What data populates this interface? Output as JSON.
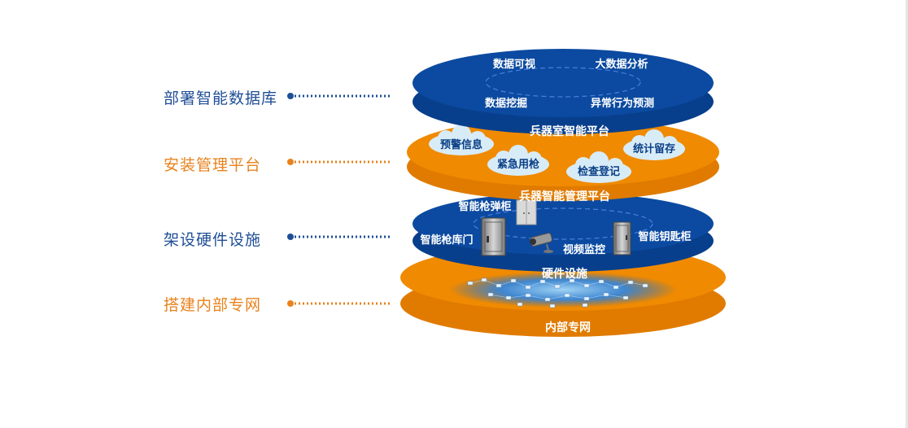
{
  "side_labels": [
    {
      "text": "部署智能数据库",
      "color": "#1f4e96"
    },
    {
      "text": "安装管理平台",
      "color": "#e8821c"
    },
    {
      "text": "架设硬件设施",
      "color": "#1f4e96"
    },
    {
      "text": "搭建内部专网",
      "color": "#e8821c"
    }
  ],
  "colors": {
    "blue": "#0b4aa0",
    "blue_dark": "#083f8c",
    "orange": "#f08a00",
    "orange_dark": "#e07b00",
    "cloud": "#d8ecf8",
    "cloud_text": "#0b3f86"
  },
  "layers": {
    "database": {
      "title": "兵器室智能平台",
      "items": [
        "数据可视",
        "大数据分析",
        "数据挖掘",
        "异常行为预测"
      ]
    },
    "management": {
      "title": "兵器智能管理平台",
      "clouds": [
        "预警信息",
        "紧急用枪",
        "检查登记",
        "统计留存"
      ]
    },
    "hardware": {
      "title": "硬件设施",
      "items": [
        "智能枪弹柜",
        "智能枪库门",
        "视频监控",
        "智能钥匙柜"
      ],
      "icons": [
        "gun-cabinet-icon",
        "vault-door-icon",
        "camera-icon",
        "key-cabinet-icon"
      ]
    },
    "network": {
      "title": "内部专网"
    }
  }
}
